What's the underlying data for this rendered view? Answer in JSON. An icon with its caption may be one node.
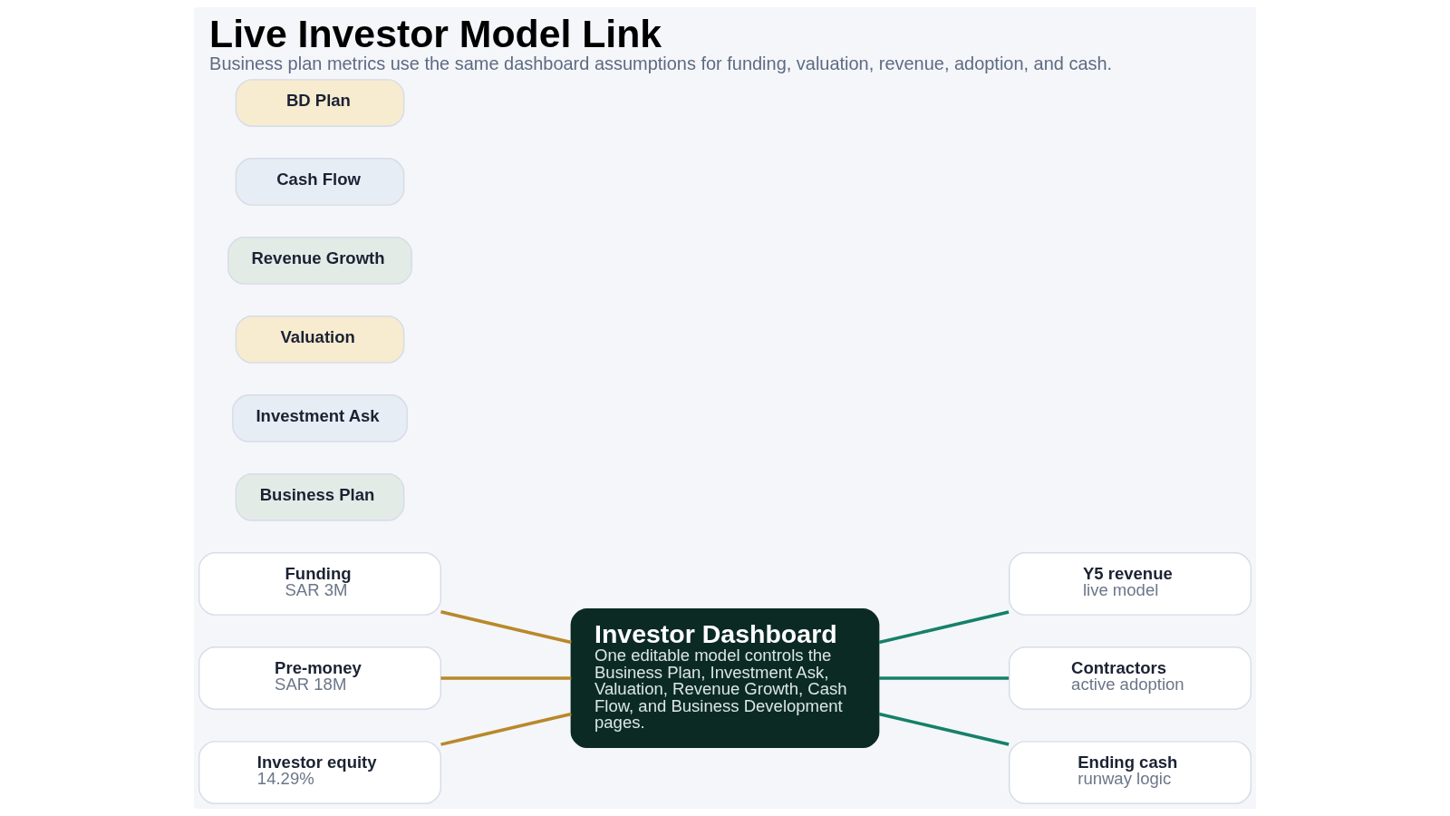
{
  "diagram": {
    "title": "Live Investor Model Link",
    "caption": "Business plan metrics use the same dashboard assumptions for funding, valuation, revenue, adoption, and cash.",
    "nodes": [
      {
        "text": [
          "Funding",
          "SAR 3M"
        ]
      },
      {
        "text": [
          "Pre-money",
          "SAR 18M"
        ]
      },
      {
        "text": [
          "Investor equity",
          "14.29%"
        ]
      },
      {
        "text": [
          "Investor Dashboard",
          "One editable model controls the Business Plan, Investment Ask, Valuation, Revenue Growth, Cash Flow, and Business Development pages."
        ]
      },
      {
        "text": [
          "Y5 revenue",
          "live model"
        ]
      },
      {
        "text": [
          "Contractors",
          "active adoption"
        ]
      },
      {
        "text": [
          "Ending cash",
          "runway logic"
        ]
      },
      {
        "text": [
          "Business Plan"
        ]
      },
      {
        "text": [
          "Investment Ask"
        ]
      },
      {
        "text": [
          "Valuation"
        ]
      },
      {
        "text": [
          "Revenue Growth"
        ]
      },
      {
        "text": [
          "Cash Flow"
        ]
      },
      {
        "text": [
          "BD Plan"
        ]
      }
    ],
    "edges": [
      {
        "from": 0,
        "to": 3,
        "arrow": "none",
        "color": "#b8892a"
      },
      {
        "from": 1,
        "to": 3,
        "arrow": "none",
        "color": "#b8892a"
      },
      {
        "from": 2,
        "to": 3,
        "arrow": "none",
        "color": "#b8892a"
      },
      {
        "from": 3,
        "to": 4,
        "arrow": "none",
        "color": "#16806a"
      },
      {
        "from": 3,
        "to": 5,
        "arrow": "none",
        "color": "#16806a"
      },
      {
        "from": 3,
        "to": 6,
        "arrow": "none",
        "color": "#16806a"
      }
    ]
  }
}
